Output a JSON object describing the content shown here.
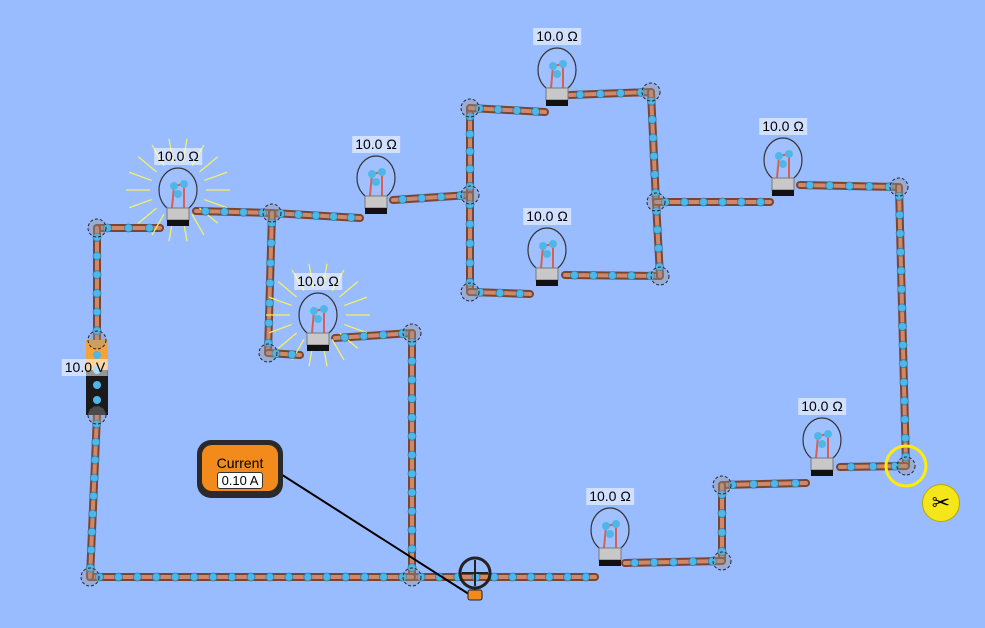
{
  "bulbs": [
    {
      "label": "10.0 Ω",
      "lit": true
    },
    {
      "label": "10.0 Ω",
      "lit": false
    },
    {
      "label": "10.0 Ω",
      "lit": true
    },
    {
      "label": "10.0 Ω",
      "lit": false
    },
    {
      "label": "10.0 Ω",
      "lit": false
    },
    {
      "label": "10.0 Ω",
      "lit": false
    },
    {
      "label": "10.0 Ω",
      "lit": false
    },
    {
      "label": "10.0 Ω",
      "lit": false
    }
  ],
  "battery": {
    "label": "10.0 V"
  },
  "ammeter": {
    "title": "Current",
    "reading": "0.10 A"
  },
  "icons": {
    "scissors": "scissors-icon"
  },
  "colors": {
    "background": "#99bbff",
    "wire": "#c0785a",
    "electron": "#4fb6e8"
  }
}
